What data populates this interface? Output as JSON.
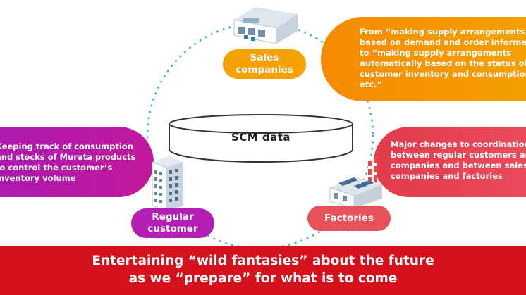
{
  "nodes": {
    "sales": {
      "label_lines": [
        "Sales",
        "companies"
      ],
      "color": "#f5a100"
    },
    "regular": {
      "label_lines": [
        "Regular",
        "customer"
      ],
      "color": "#b31fb3"
    },
    "factories": {
      "label": "Factories",
      "color": "#e8505a"
    }
  },
  "center": {
    "label": "SCM data"
  },
  "bubbles": {
    "sales": {
      "lines": [
        "From “making supply arrangements",
        "based on demand and order information”",
        "to “making supply arrangements",
        "automatically based on the status of",
        "customer inventory and consumption,",
        "etc.”"
      ],
      "color": "#f58a00"
    },
    "regular": {
      "lines": [
        "Keeping track of consumption",
        "and stocks of Murata products",
        "to control the customer’s",
        "inventory volume"
      ],
      "color": "#c2189c"
    },
    "factories": {
      "lines": [
        "Major changes to coordination tasks",
        "between regular customers and sales",
        "companies and between sales",
        "companies and factories"
      ],
      "color": "#e23b4c"
    }
  },
  "footer": {
    "lines": [
      "Entertaining “wild fantasies” about the future",
      "as we “prepare” for what is to come"
    ],
    "color": "#d5111c"
  },
  "icons": [
    "warehouse-icon",
    "building-icon",
    "factory-icon",
    "database-icon"
  ]
}
